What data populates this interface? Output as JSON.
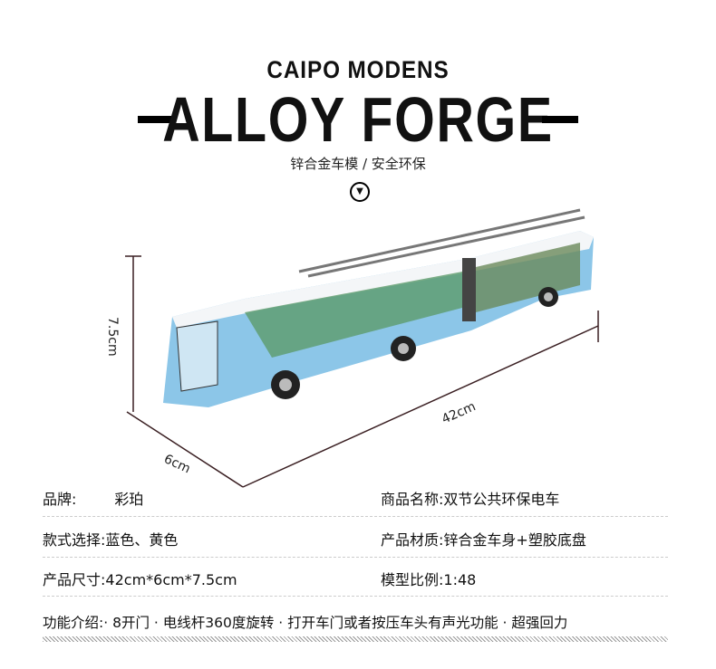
{
  "header": {
    "brand": "CAIPO MODENS",
    "title": "ALLOY FORGE",
    "subtitle": "锌合金车模 / 安全环保"
  },
  "dimensions": {
    "height": "7.5cm",
    "width": "6cm",
    "length": "42cm"
  },
  "specs": [
    {
      "label": "品牌:",
      "value": "彩珀"
    },
    {
      "label": "商品名称:",
      "value": "双节公共环保电车"
    },
    {
      "label": "款式选择:",
      "value": "蓝色、黄色"
    },
    {
      "label": "产品材质:",
      "value": "锌合金车身+塑胶底盘"
    },
    {
      "label": "产品尺寸:",
      "value": "42cm*6cm*7.5cm"
    },
    {
      "label": "模型比例:",
      "value": "1:48"
    }
  ],
  "features": {
    "label": "功能介绍:",
    "value": "· 8开门  · 电线杆360度旋转  · 打开车门或者按压车头有声光功能 · 超强回力"
  },
  "colors": {
    "bus_blue": "#8cc6e8",
    "dimension_line": "#3a1f22"
  }
}
